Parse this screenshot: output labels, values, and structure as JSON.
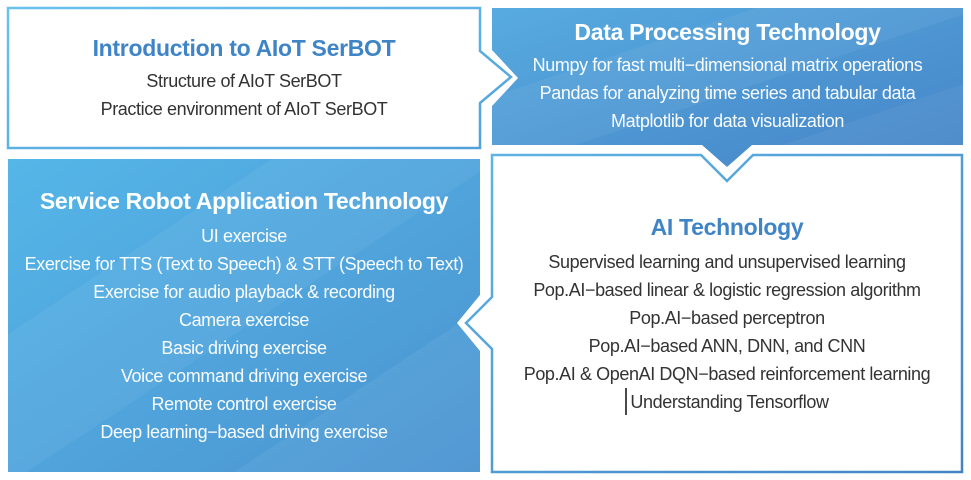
{
  "diagram_title": "AIoT SerBOT curriculum overview",
  "palette": {
    "accent_title_blue": "#3f84c6",
    "card_blue_light": "#56b7e8",
    "card_blue_dark": "#4583c6",
    "card_border_light": "#68c3ee",
    "card_border_dark": "#4484c5",
    "body_text_dark": "#333333",
    "body_text_on_blue": "#ffffff"
  },
  "connectors": [
    {
      "icon": "chevron-right-icon",
      "from": "intro",
      "to": "data_processing"
    },
    {
      "icon": "chevron-down-icon",
      "from": "data_processing",
      "to": "ai"
    },
    {
      "icon": "chevron-left-icon",
      "from": "ai",
      "to": "service_robot"
    }
  ],
  "boxes": {
    "intro": {
      "title": "Introduction to AIoT SerBOT",
      "items": [
        "Structure of AIoT SerBOT",
        "Practice environment of AIoT SerBOT"
      ]
    },
    "data_processing": {
      "title": "Data Processing Technology",
      "items": [
        "Numpy for fast multi−dimensional matrix operations",
        "Pandas for analyzing time series and tabular data",
        "Matplotlib for data visualization"
      ]
    },
    "service_robot": {
      "title": "Service Robot Application Technology",
      "items": [
        "UI exercise",
        "Exercise for TTS (Text to Speech) & STT (Speech to Text)",
        "Exercise for audio playback & recording",
        "Camera exercise",
        "Basic driving exercise",
        "Voice command driving exercise",
        "Remote control exercise",
        "Deep learning−based driving exercise"
      ]
    },
    "ai": {
      "title": "AI Technology",
      "items": [
        "Supervised learning and unsupervised learning",
        "Pop.AI−based linear & logistic regression algorithm",
        "Pop.AI−based perceptron",
        "Pop.AI−based ANN, DNN, and CNN",
        "Pop.AI & OpenAI DQN−based reinforcement learning",
        "Understanding Tensorflow"
      ]
    }
  }
}
